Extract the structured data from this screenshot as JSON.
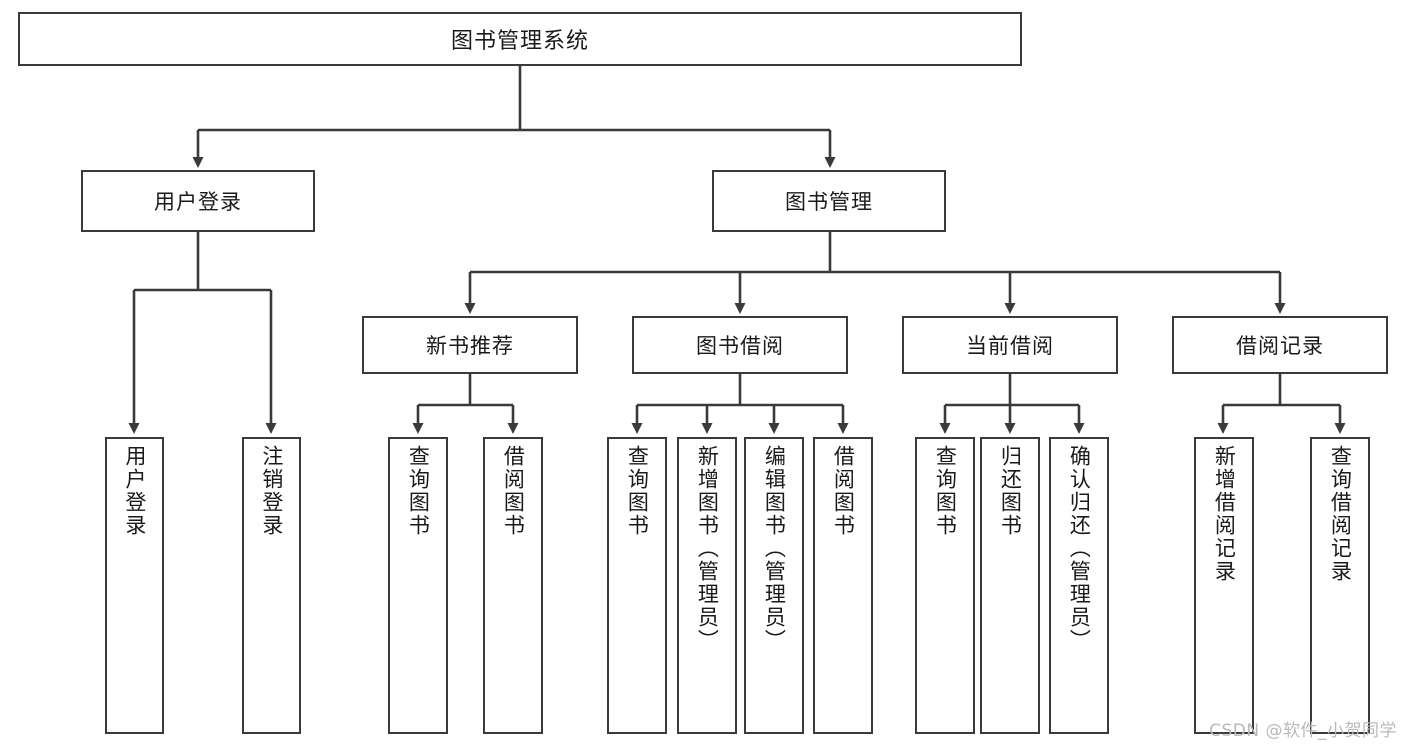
{
  "diagram": {
    "title": "图书管理系统",
    "type": "tree-structure-diagram",
    "line_color": "#3a3a3a",
    "box_fill": "#ffffff",
    "text_color": "#1a1a1a"
  },
  "root": {
    "label": "图书管理系统"
  },
  "level2": [
    {
      "label": "用户登录"
    },
    {
      "label": "图书管理"
    }
  ],
  "level3": [
    {
      "label": "新书推荐"
    },
    {
      "label": "图书借阅"
    },
    {
      "label": "当前借阅"
    },
    {
      "label": "借阅记录"
    }
  ],
  "leaves": {
    "user_login": [
      {
        "label": "用户登录"
      },
      {
        "label": "注销登录"
      }
    ],
    "new_book_recommend": [
      {
        "label": "查询图书"
      },
      {
        "label": "借阅图书"
      }
    ],
    "book_borrow": [
      {
        "label": "查询图书"
      },
      {
        "label": "新增图书（管理员）"
      },
      {
        "label": "编辑图书（管理员）"
      },
      {
        "label": "借阅图书"
      }
    ],
    "current_borrow": [
      {
        "label": "查询图书"
      },
      {
        "label": "归还图书"
      },
      {
        "label": "确认归还（管理员）"
      }
    ],
    "borrow_record": [
      {
        "label": "新增借阅记录"
      },
      {
        "label": "查询借阅记录"
      }
    ]
  },
  "watermark": {
    "text": "CSDN @软件_小贺同学"
  }
}
